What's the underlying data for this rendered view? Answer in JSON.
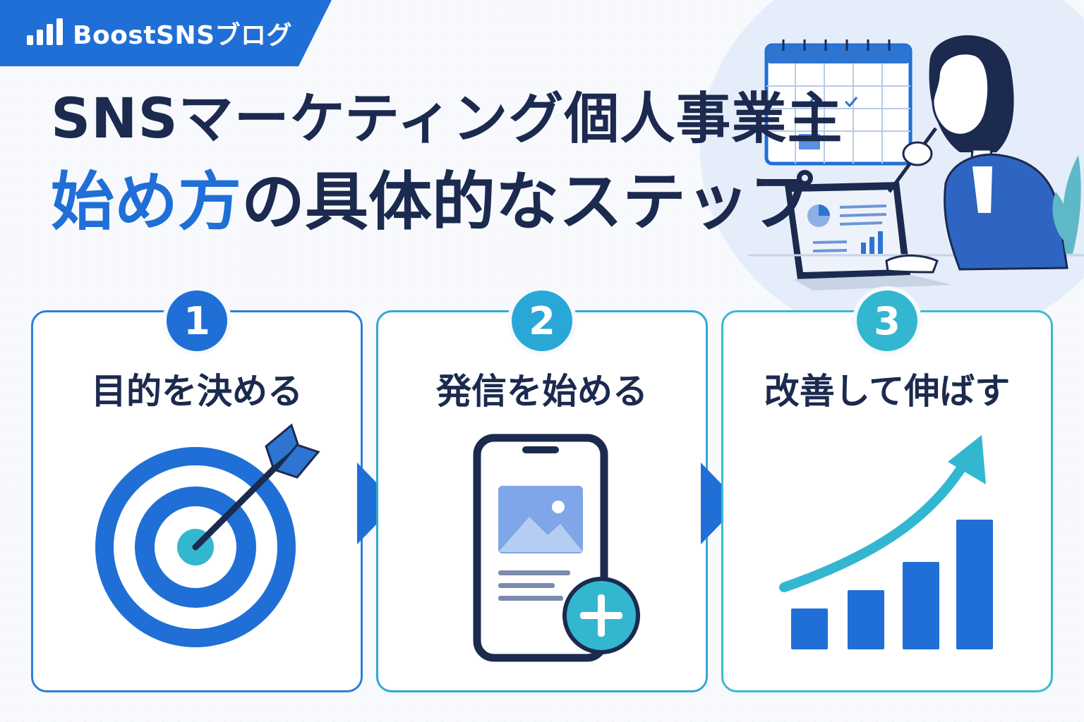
{
  "brand": {
    "name": "BoostSNSブログ",
    "logo_icon": "bar-chart-icon",
    "color": "#1f6fd6"
  },
  "title": {
    "line1": "SNSマーケティング個人事業主",
    "line2_accent": "始め方",
    "line2_rest": "の具体的なステップ"
  },
  "colors": {
    "primary": "#1f6fd6",
    "teal": "#33b7d0",
    "navy": "#1b2a4e"
  },
  "steps": [
    {
      "number": "1",
      "label": "目的を決める",
      "icon": "target-icon",
      "badge_color": "#1f6fd6"
    },
    {
      "number": "2",
      "label": "発信を始める",
      "icon": "smartphone-post-icon",
      "badge_color": "#29a8d8"
    },
    {
      "number": "3",
      "label": "改善して伸ばす",
      "icon": "growth-chart-icon",
      "badge_color": "#33b7d0"
    }
  ],
  "illustration": {
    "icons": [
      "calendar-icon",
      "laptop-icon",
      "person-icon",
      "plant-icon"
    ]
  }
}
